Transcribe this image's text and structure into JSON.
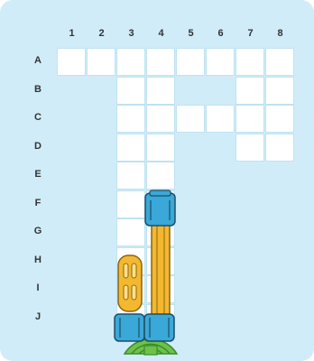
{
  "grid": {
    "columns": [
      "1",
      "2",
      "3",
      "4",
      "5",
      "6",
      "7",
      "8"
    ],
    "rows": [
      "A",
      "B",
      "C",
      "D",
      "E",
      "F",
      "G",
      "H",
      "I",
      "J"
    ],
    "open_cells": {
      "A": [
        1,
        2,
        3,
        4,
        5,
        6,
        7,
        8
      ],
      "B": [
        3,
        4,
        7,
        8
      ],
      "C": [
        3,
        4,
        5,
        6,
        7,
        8
      ],
      "D": [
        3,
        4,
        7,
        8
      ],
      "E": [
        3,
        4
      ],
      "F": [
        3,
        4
      ],
      "G": [
        3,
        4
      ],
      "H": [
        3,
        4
      ],
      "I": [
        3,
        4
      ],
      "J": [
        3,
        4
      ]
    }
  },
  "pieces": [
    {
      "id": "long-yellow-bar",
      "color": "#f4b830",
      "cap_color": "#3aa8d8",
      "column": 4,
      "from_row": "F",
      "to_row": "J"
    },
    {
      "id": "short-yellow-bar",
      "color": "#f4b830",
      "cap_color": "#3aa8d8",
      "column": 3,
      "from_row": "H",
      "to_row": "J"
    }
  ],
  "base": {
    "color": "#6cc24a",
    "column_span": [
      3,
      4
    ],
    "row": "J"
  },
  "colors": {
    "board": "#d0ecf8",
    "cell": "#ffffff",
    "cell_border": "#bfe3f2",
    "label": "#333333"
  }
}
